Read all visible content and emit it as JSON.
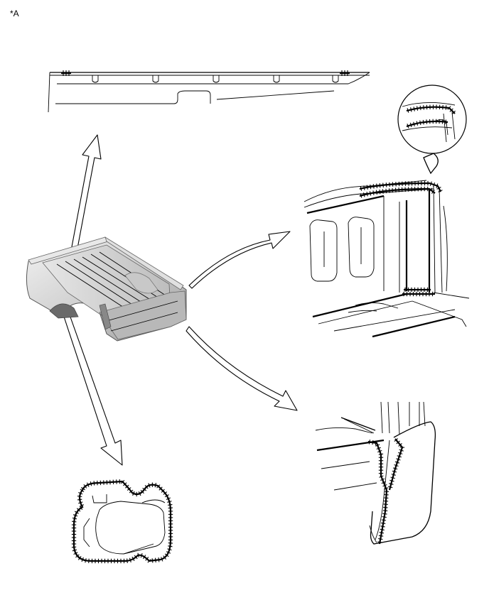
{
  "figure": {
    "label": "*A"
  },
  "parts": [
    {
      "name": "truck-bed",
      "role": "main-view"
    },
    {
      "name": "bed-rail-top-view",
      "role": "detail"
    },
    {
      "name": "front-panel-corner-view",
      "role": "detail"
    },
    {
      "name": "front-panel-corner-zoom",
      "role": "zoom-circle"
    },
    {
      "name": "rear-corner-view",
      "role": "detail"
    },
    {
      "name": "wheel-well-view",
      "role": "detail"
    }
  ],
  "colors": {
    "line": "#000000",
    "background": "#ffffff",
    "bed_fill": "#d9d9d9"
  }
}
